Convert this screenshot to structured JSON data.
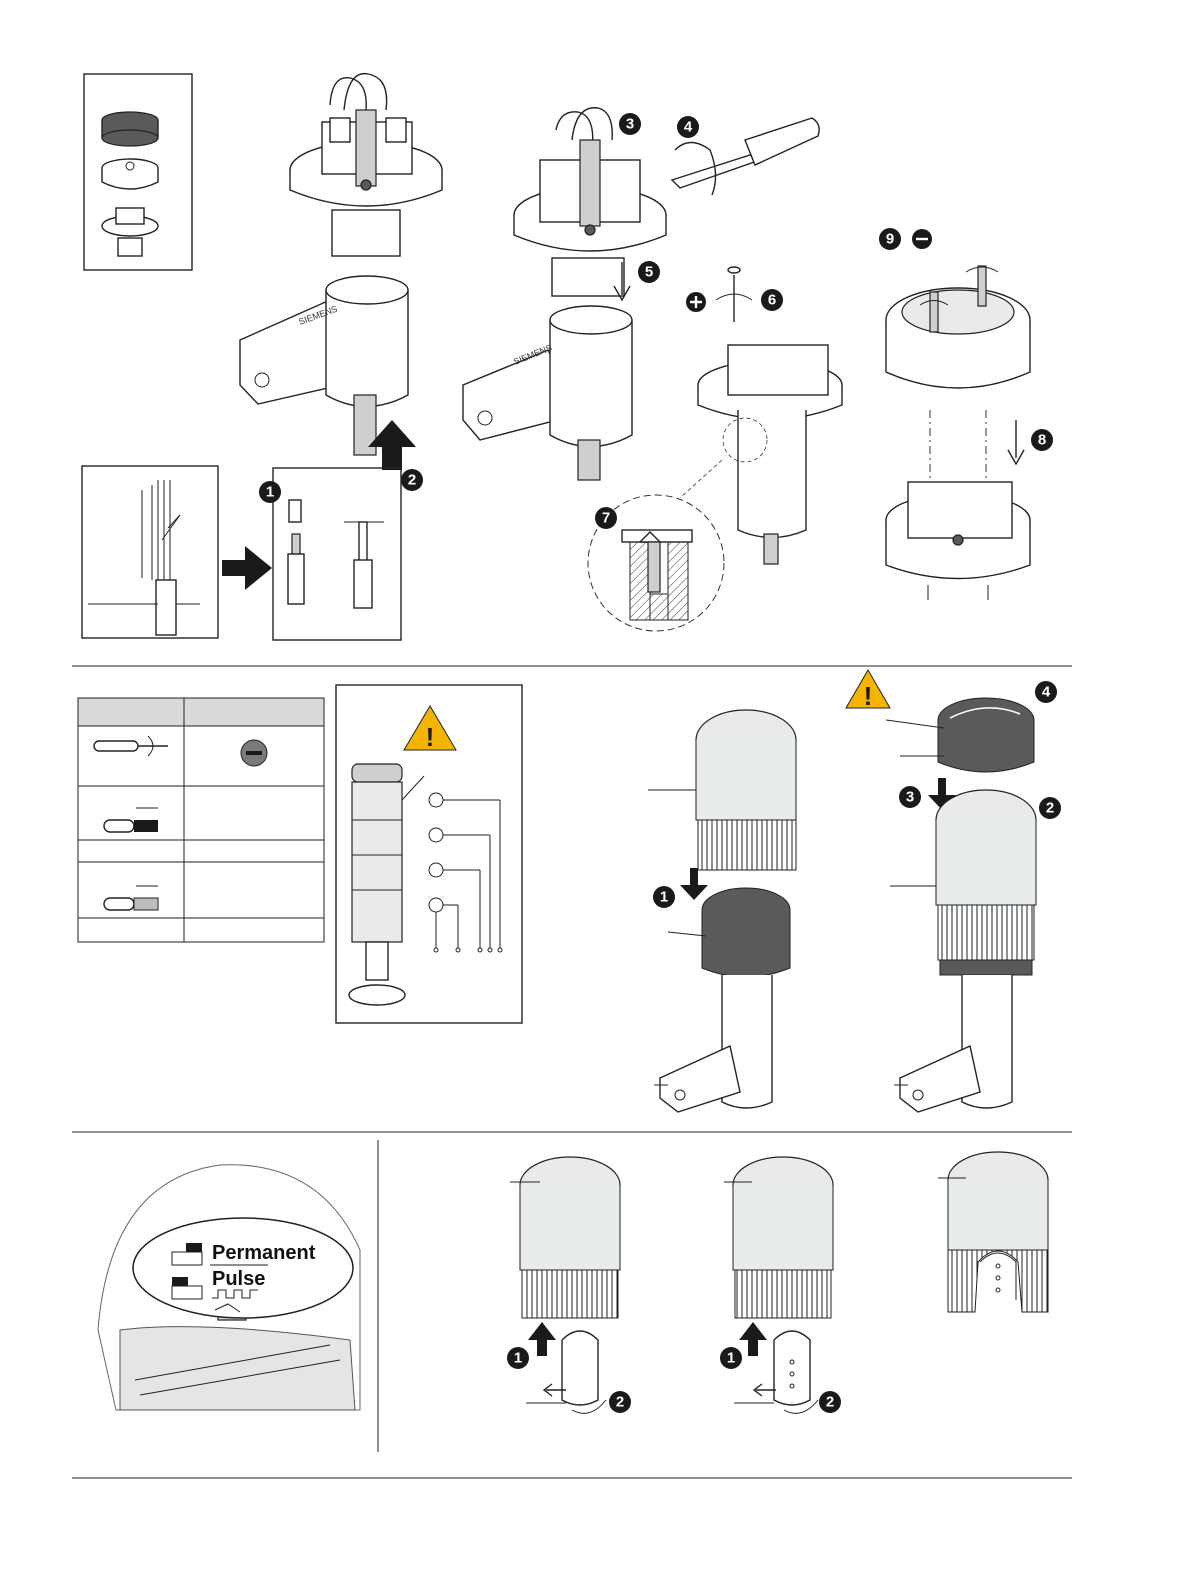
{
  "labels": {
    "permanent": "Permanent",
    "pulse": "Pulse",
    "brand": "SIEMENS"
  },
  "steps": {
    "s1": "1",
    "s2": "2",
    "s3": "3",
    "s4": "4",
    "s5": "5",
    "s6": "6",
    "s7": "7",
    "s8": "8",
    "s9": "9"
  },
  "colors": {
    "lens_dark": "#5a5a5a",
    "housing": "#e8ecec",
    "badge": "#1a1a1a",
    "warning": "#f5b400"
  },
  "icons": {
    "plus": "phillips-plus-icon",
    "minus": "slotted-minus-icon",
    "warning": "warning-triangle-icon"
  }
}
